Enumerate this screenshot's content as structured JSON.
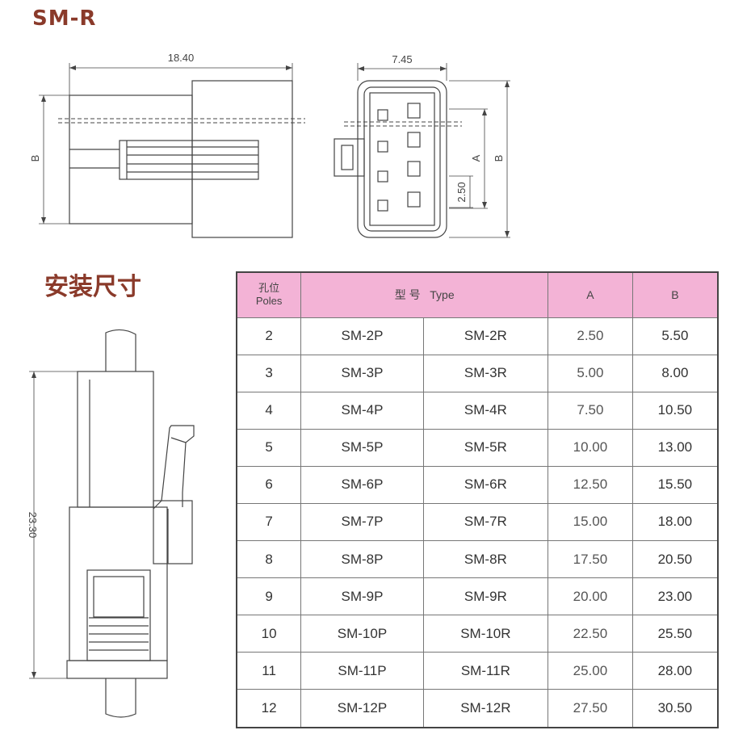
{
  "title": "SM-R",
  "install_title": "安装尺寸",
  "dimensions": {
    "body_length": "18.40",
    "body_width": "7.45",
    "b_label": "B",
    "a_label": "A",
    "pitch": "2.50",
    "install_height": "23.30"
  },
  "table": {
    "headers": {
      "poles_cn": "孔位",
      "poles_en": "Poles",
      "type_cn": "型 号",
      "type_en": "Type",
      "a": "A",
      "b": "B"
    },
    "rows": [
      {
        "poles": "2",
        "p": "SM-2P",
        "r": "SM-2R",
        "a": "2.50",
        "b": "5.50"
      },
      {
        "poles": "3",
        "p": "SM-3P",
        "r": "SM-3R",
        "a": "5.00",
        "b": "8.00"
      },
      {
        "poles": "4",
        "p": "SM-4P",
        "r": "SM-4R",
        "a": "7.50",
        "b": "10.50"
      },
      {
        "poles": "5",
        "p": "SM-5P",
        "r": "SM-5R",
        "a": "10.00",
        "b": "13.00"
      },
      {
        "poles": "6",
        "p": "SM-6P",
        "r": "SM-6R",
        "a": "12.50",
        "b": "15.50"
      },
      {
        "poles": "7",
        "p": "SM-7P",
        "r": "SM-7R",
        "a": "15.00",
        "b": "18.00"
      },
      {
        "poles": "8",
        "p": "SM-8P",
        "r": "SM-8R",
        "a": "17.50",
        "b": "20.50"
      },
      {
        "poles": "9",
        "p": "SM-9P",
        "r": "SM-9R",
        "a": "20.00",
        "b": "23.00"
      },
      {
        "poles": "10",
        "p": "SM-10P",
        "r": "SM-10R",
        "a": "22.50",
        "b": "25.50"
      },
      {
        "poles": "11",
        "p": "SM-11P",
        "r": "SM-11R",
        "a": "25.00",
        "b": "28.00"
      },
      {
        "poles": "12",
        "p": "SM-12P",
        "r": "SM-12R",
        "a": "27.50",
        "b": "30.50"
      }
    ]
  },
  "colors": {
    "title": "#8a3a2a",
    "header_bg": "#f3b3d6",
    "line": "#444444"
  }
}
